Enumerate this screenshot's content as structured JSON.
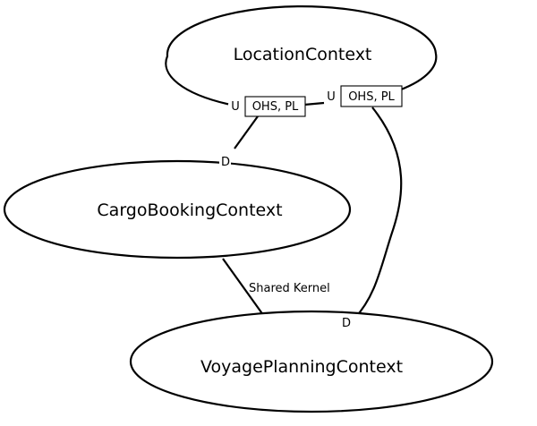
{
  "contexts": {
    "location": "LocationContext",
    "cargo_booking": "CargoBookingContext",
    "voyage_planning": "VoyagePlanningContext"
  },
  "relationships": {
    "location_to_cargo": {
      "upstream_role": "U",
      "upstream_patterns": "OHS, PL",
      "downstream_role": "D"
    },
    "location_to_voyage": {
      "upstream_role": "U",
      "upstream_patterns": "OHS, PL",
      "downstream_role": "D"
    },
    "cargo_to_voyage": {
      "label": "Shared Kernel"
    }
  }
}
